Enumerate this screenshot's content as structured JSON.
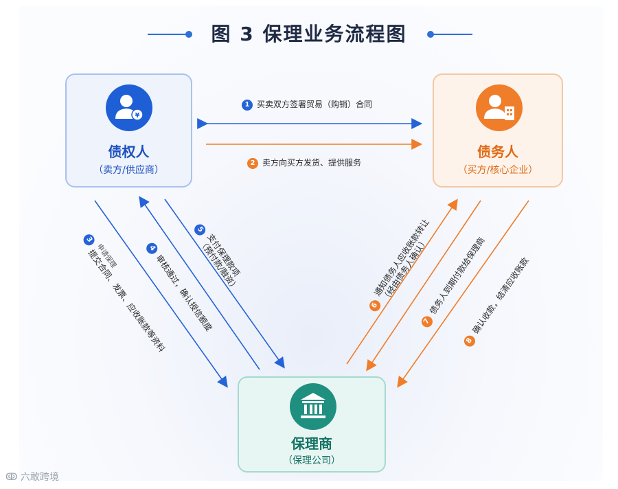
{
  "title": "图 3  保理业务流程图",
  "creditor": {
    "name": "债权人",
    "role": "（卖方/供应商）"
  },
  "debtor": {
    "name": "债务人",
    "role": "（买方/核心企业）"
  },
  "factor": {
    "name": "保理商",
    "role": "（保理公司）"
  },
  "steps": [
    {
      "num": "1",
      "text": "买卖双方签署贸易（购销）合同"
    },
    {
      "num": "2",
      "text": "卖方向买方发货、提供服务"
    },
    {
      "num": "3",
      "text": "申请保理",
      "text2": "提交合同、发票、应收账款等资料"
    },
    {
      "num": "4",
      "text": "审核通过，确认授信额度"
    },
    {
      "num": "5",
      "text": "支付保理款项",
      "text2": "（预付款/融资）"
    },
    {
      "num": "6",
      "text": "通知债务人应收账款转让",
      "text2": "（经由债务人确认）"
    },
    {
      "num": "7",
      "text": "债务人到期付款给保理商"
    },
    {
      "num": "8",
      "text": "确认收款，结清应收账款"
    }
  ],
  "watermark": "六敢跨境",
  "colors": {
    "blue": "#2563d6",
    "orange": "#ef7d2a",
    "teal": "#1f8f80"
  },
  "icons": {
    "creditor": "person-money-icon",
    "debtor": "person-building-icon",
    "factor": "bank-icon"
  }
}
